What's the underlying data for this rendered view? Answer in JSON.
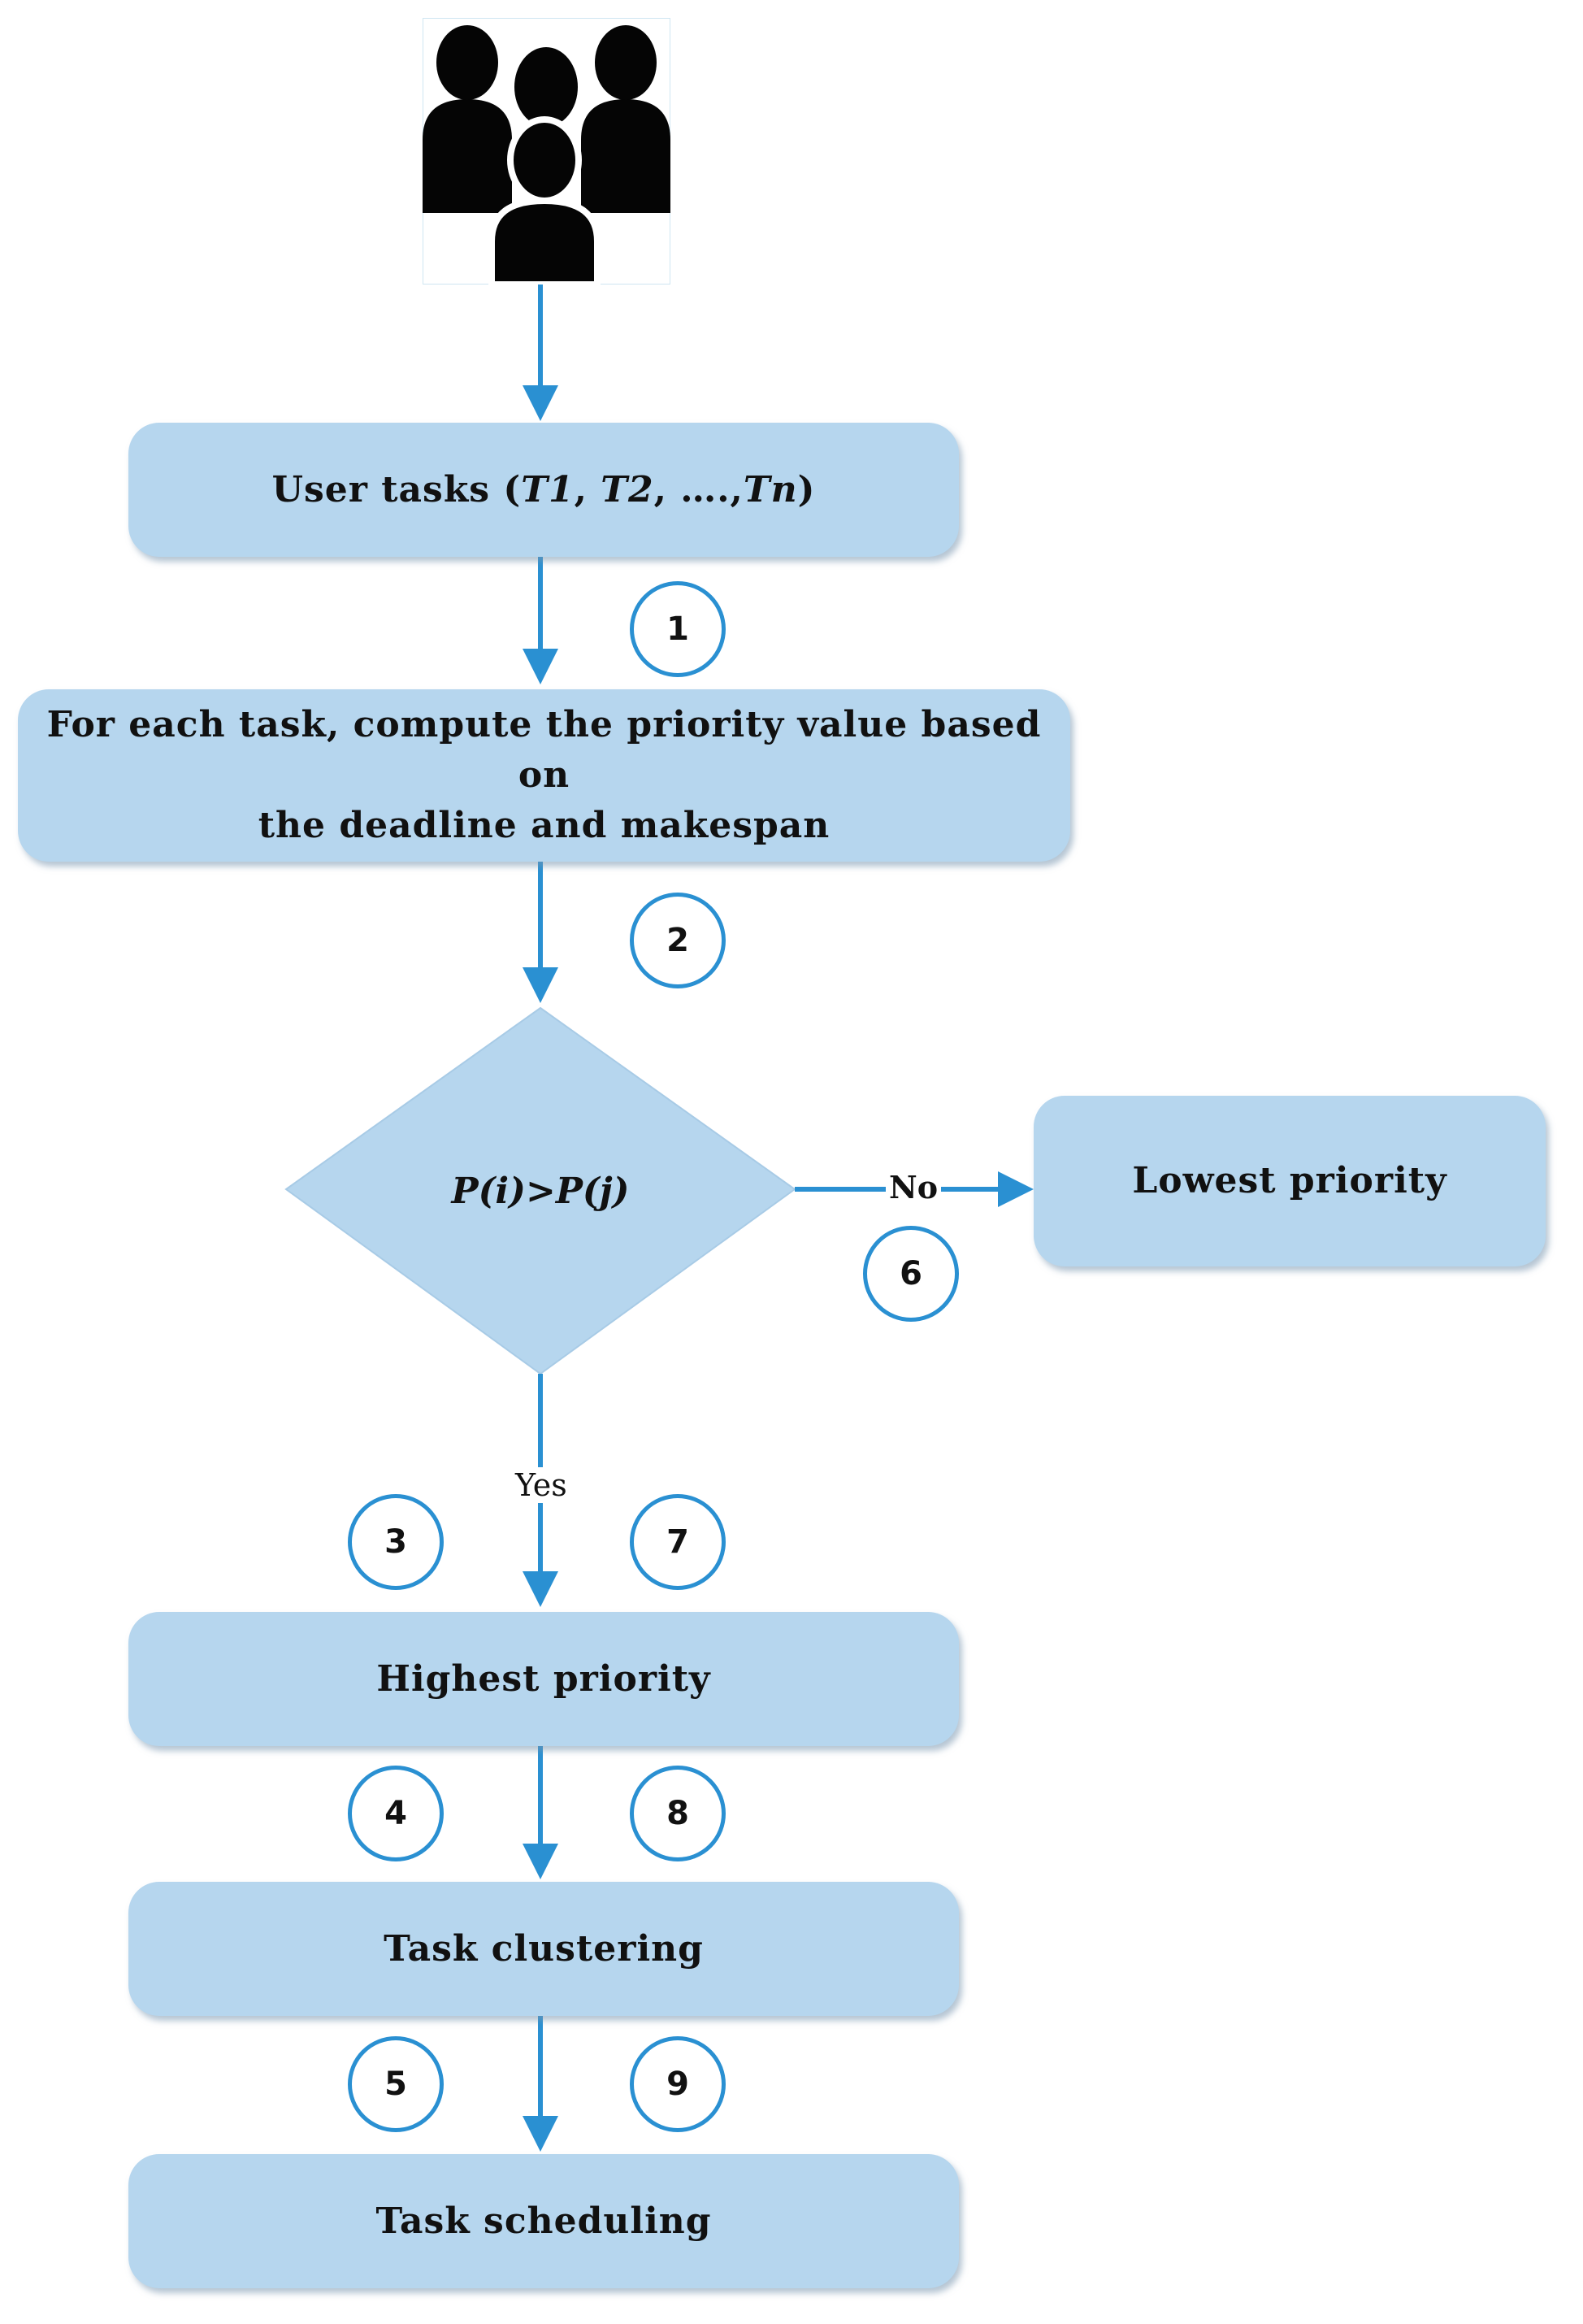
{
  "nodes": {
    "user_tasks": {
      "text_prefix": "User tasks (",
      "t1": "T1",
      "sep1": ", ",
      "t2": "T2",
      "sep2": ", ….,",
      "tn": "Tn",
      "text_suffix": ")"
    },
    "compute_priority": {
      "line1": "For each task, compute the priority value based on",
      "line2": "the deadline and makespan"
    },
    "decision": {
      "text": "P(i)>P(j)"
    },
    "lowest_priority": {
      "text": "Lowest priority"
    },
    "highest_priority": {
      "text": "Highest priority"
    },
    "task_clustering": {
      "text": "Task clustering"
    },
    "task_scheduling": {
      "text": "Task scheduling"
    }
  },
  "edge_labels": {
    "no": "No",
    "yes": "Yes"
  },
  "steps": [
    "1",
    "2",
    "3",
    "4",
    "5",
    "6",
    "7",
    "8",
    "9"
  ],
  "icons": {
    "users": "users-group-icon"
  },
  "colors": {
    "box_fill": "#b6d6ee",
    "line": "#2a90d2",
    "circle_border": "#2a90d2"
  }
}
